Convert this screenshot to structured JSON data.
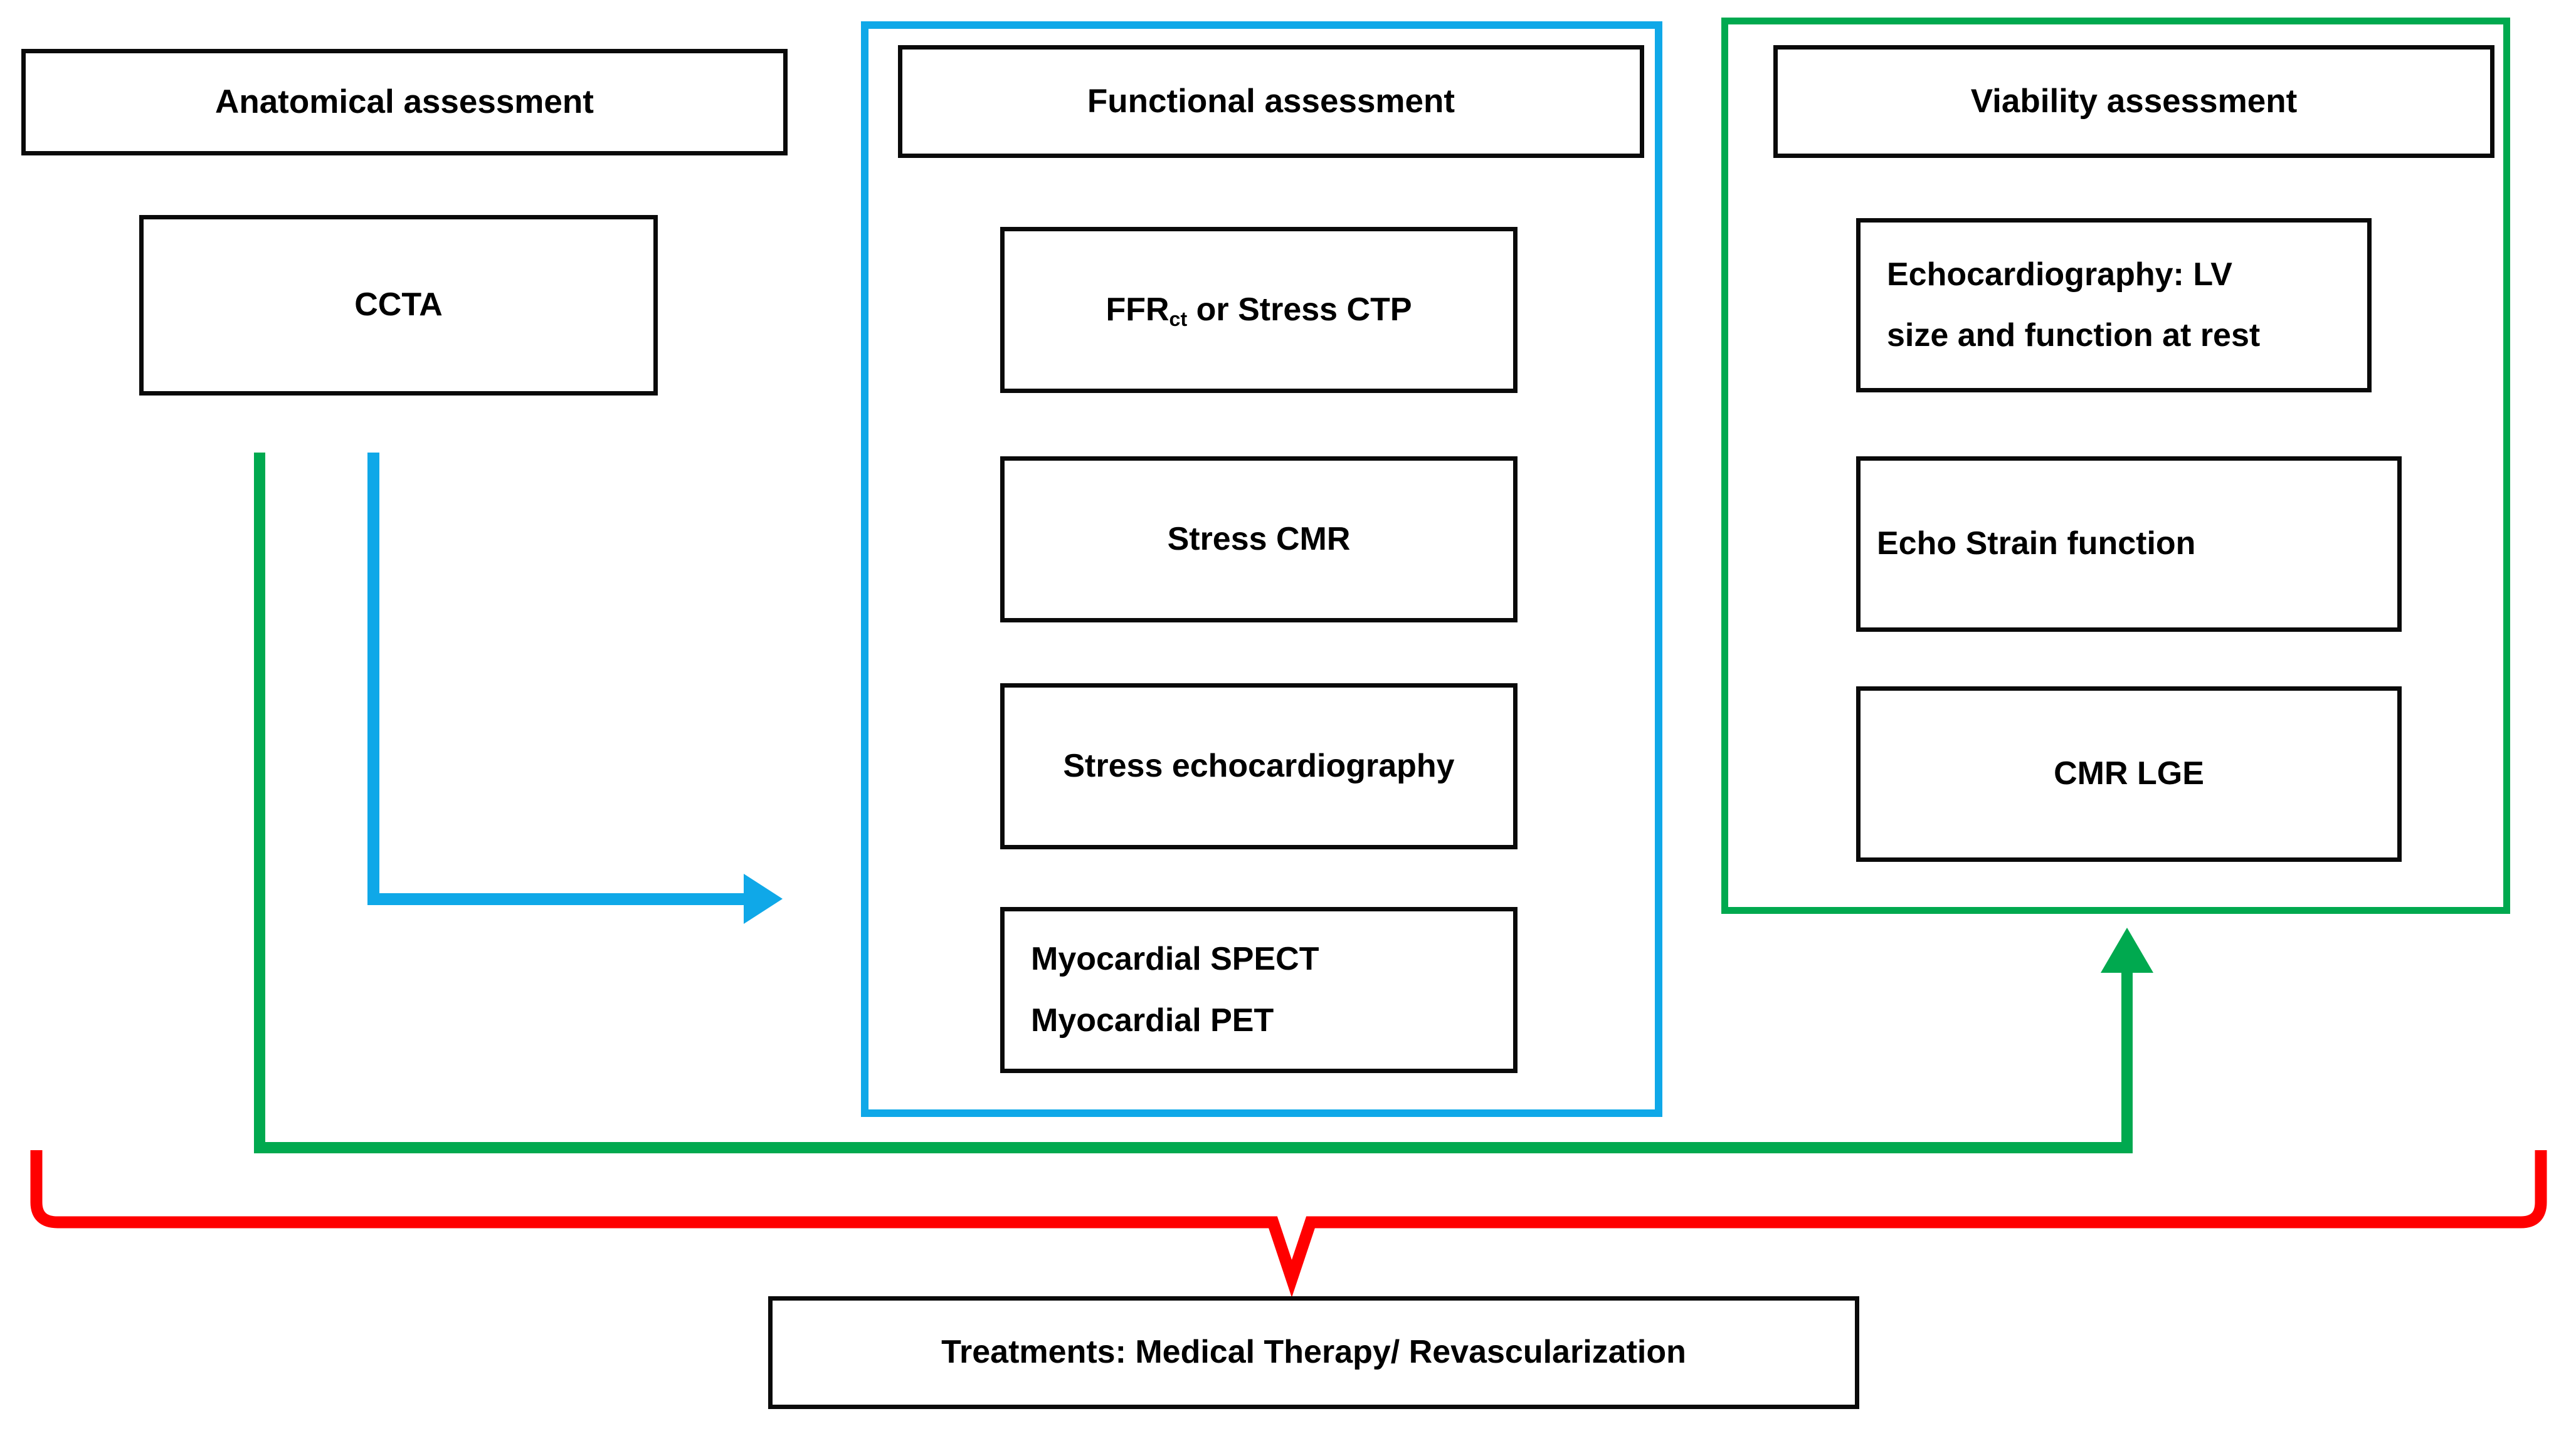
{
  "diagram": {
    "title_anatomical": "Anatomical assessment",
    "title_functional": "Functional assessment",
    "title_viability": "Viability assessment",
    "colors": {
      "functional_group": "#0FA8E8",
      "viability_group": "#00A94F",
      "anatomical_connector": "#00A94F",
      "functional_connector": "#0FA8E8",
      "treatment_bracket": "#FF0000",
      "box_border": "#0A0A0A"
    },
    "columns": {
      "anatomical": {
        "header": "Anatomical assessment",
        "items": [
          {
            "label": "CCTA"
          }
        ]
      },
      "functional": {
        "header": "Functional assessment",
        "items": [
          {
            "prefix": "FFR",
            "subscript": "ct",
            "suffix": " or  Stress CTP"
          },
          {
            "label": "Stress CMR"
          },
          {
            "label": "Stress echocardiography"
          },
          {
            "line1": "Myocardial SPECT",
            "line2": "Myocardial PET"
          }
        ]
      },
      "viability": {
        "header": "Viability assessment",
        "items": [
          {
            "line1": "Echocardiography: LV",
            "line2": "size and function at rest"
          },
          {
            "label": "Echo Strain function"
          },
          {
            "label": "CMR LGE"
          }
        ]
      }
    },
    "outcome": {
      "label": "Treatments: Medical Therapy/ Revascularization"
    }
  }
}
